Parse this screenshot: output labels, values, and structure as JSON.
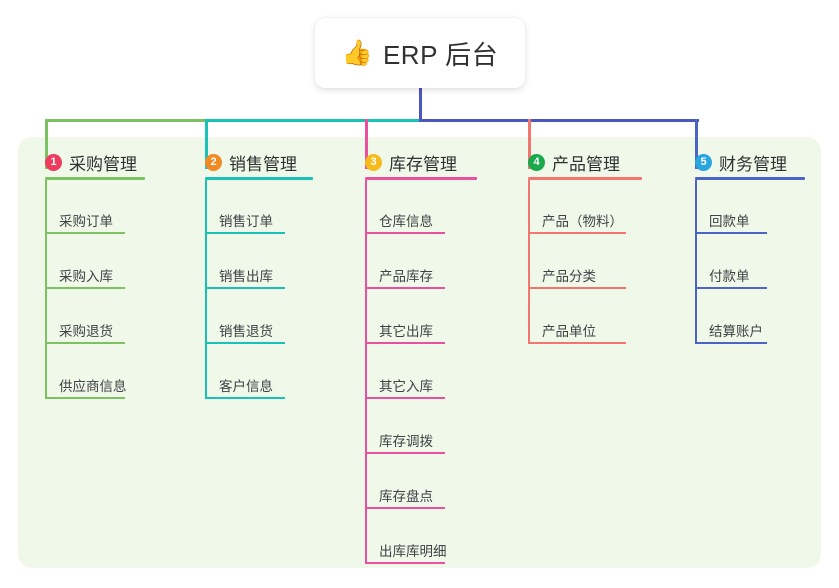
{
  "diagram": {
    "type": "org-chart",
    "root": {
      "icon": "thumbs-up-emoji",
      "emoji": "👍",
      "label": "ERP 后台"
    },
    "panel_color": "#eff8e9",
    "trunk_color": "#4b56c0",
    "columns": [
      {
        "number": "1",
        "badge_color": "#ef3b5e",
        "line_color": "#7cc263",
        "title": "采购管理",
        "items": [
          "采购订单",
          "采购入库",
          "采购退货",
          "供应商信息"
        ]
      },
      {
        "number": "2",
        "badge_color": "#f08a24",
        "line_color": "#18c2b6",
        "title": "销售管理",
        "items": [
          "销售订单",
          "销售出库",
          "销售退货",
          "客户信息"
        ]
      },
      {
        "number": "3",
        "badge_color": "#f5bb1d",
        "line_color": "#ea4fa0",
        "title": "库存管理",
        "items": [
          "仓库信息",
          "产品库存",
          "其它出库",
          "其它入库",
          "库存调拨",
          "库存盘点",
          "出库库明细"
        ]
      },
      {
        "number": "4",
        "badge_color": "#19a94a",
        "line_color": "#f2766e",
        "title": "产品管理",
        "items": [
          "产品（物料）",
          "产品分类",
          "产品单位"
        ]
      },
      {
        "number": "5",
        "badge_color": "#29a6e0",
        "line_color": "#4b64c6",
        "title": "财务管理",
        "items": [
          "回款单",
          "付款单",
          "结算账户"
        ]
      }
    ]
  }
}
